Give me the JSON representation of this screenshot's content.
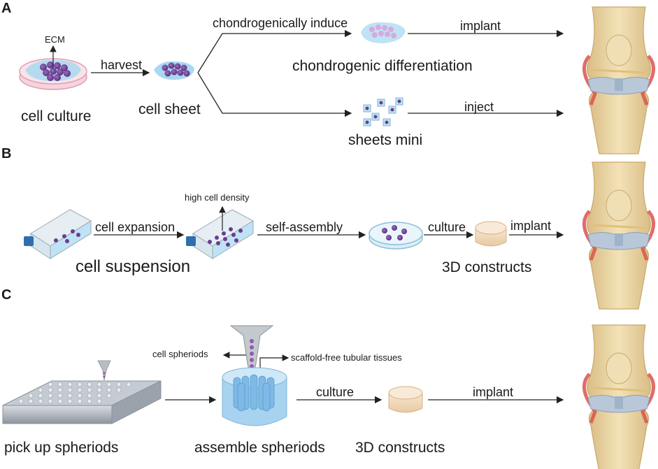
{
  "panels": {
    "a": {
      "label": "A",
      "ecm": "ECM",
      "cell_culture": "cell culture",
      "harvest": "harvest",
      "cell_sheet": "cell sheet",
      "chondro_induce": "chondrogenically induce",
      "chondro_diff": "chondrogenic differentiation",
      "implant": "implant",
      "inject": "inject",
      "sheets_mini": "sheets mini"
    },
    "b": {
      "label": "B",
      "high_density": "high cell density",
      "cell_expansion": "cell expansion",
      "self_assembly": "self-assembly",
      "culture": "culture",
      "implant": "implant",
      "cell_suspension": "cell suspension",
      "constructs": "3D constructs"
    },
    "c": {
      "label": "C",
      "cell_spheriods": "cell spheriods",
      "scaffold_free": "scaffold-free tubular tissues",
      "culture": "culture",
      "implant": "implant",
      "pick_up": "pick up spheriods",
      "assemble": "assemble spheriods",
      "constructs": "3D constructs"
    }
  },
  "colors": {
    "cell": "#6a3d8f",
    "ecm_blue": "#a9d8f0",
    "dish_pink": "#f3c6d3",
    "media_blue": "#bfe3f5",
    "construct": "#f3dcc0",
    "bone": "#ecd6a4",
    "cartilage": "#b9c8d9",
    "synovium": "#d9534f"
  }
}
